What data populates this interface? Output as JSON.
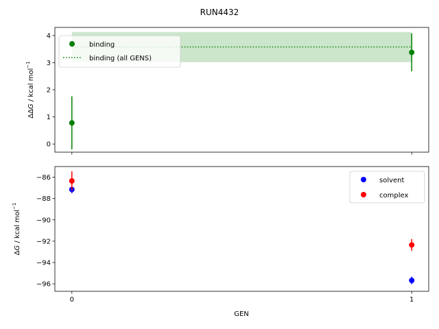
{
  "chart_data": [
    {
      "type": "scatter",
      "title": "RUN4432",
      "xlabel": "",
      "ylabel_parts": [
        "ΔΔ",
        "G",
        " / kcal mol",
        "−1"
      ],
      "ylabel": "ΔΔG / kcal mol⁻¹",
      "x_ticks": [
        "0",
        "1"
      ],
      "y_ticks": [
        "0",
        "1",
        "2",
        "3",
        "4"
      ],
      "xlim": [
        -0.05,
        1.05
      ],
      "ylim": [
        -0.3,
        4.3
      ],
      "series": [
        {
          "name": "binding",
          "color": "#008000",
          "x": [
            0,
            1
          ],
          "y": [
            0.78,
            3.38
          ],
          "yerr": [
            0.98,
            0.7
          ]
        }
      ],
      "reference": {
        "name": "binding (all GENS)",
        "color": "#008000",
        "style": "dotted",
        "value": 3.58,
        "band": [
          3.02,
          4.13
        ],
        "x_range": [
          0,
          1
        ]
      },
      "legend": {
        "position": "upper-left"
      }
    },
    {
      "type": "scatter",
      "xlabel": "GEN",
      "ylabel_parts": [
        "Δ",
        "G",
        " / kcal mol",
        "−1"
      ],
      "ylabel": "ΔG / kcal mol⁻¹",
      "x_ticks": [
        "0",
        "1"
      ],
      "y_ticks": [
        "−86",
        "−88",
        "−90",
        "−92",
        "−94",
        "−96"
      ],
      "xlim": [
        -0.05,
        1.05
      ],
      "ylim": [
        -96.7,
        -85.0
      ],
      "series": [
        {
          "name": "solvent",
          "color": "#0000ff",
          "x": [
            0,
            1
          ],
          "y": [
            -87.15,
            -95.68
          ],
          "yerr": [
            0.35,
            0.35
          ]
        },
        {
          "name": "complex",
          "color": "#ff0000",
          "x": [
            0,
            1
          ],
          "y": [
            -86.35,
            -92.35
          ],
          "yerr": [
            0.9,
            0.55
          ]
        }
      ],
      "legend": {
        "position": "upper-right"
      }
    }
  ]
}
